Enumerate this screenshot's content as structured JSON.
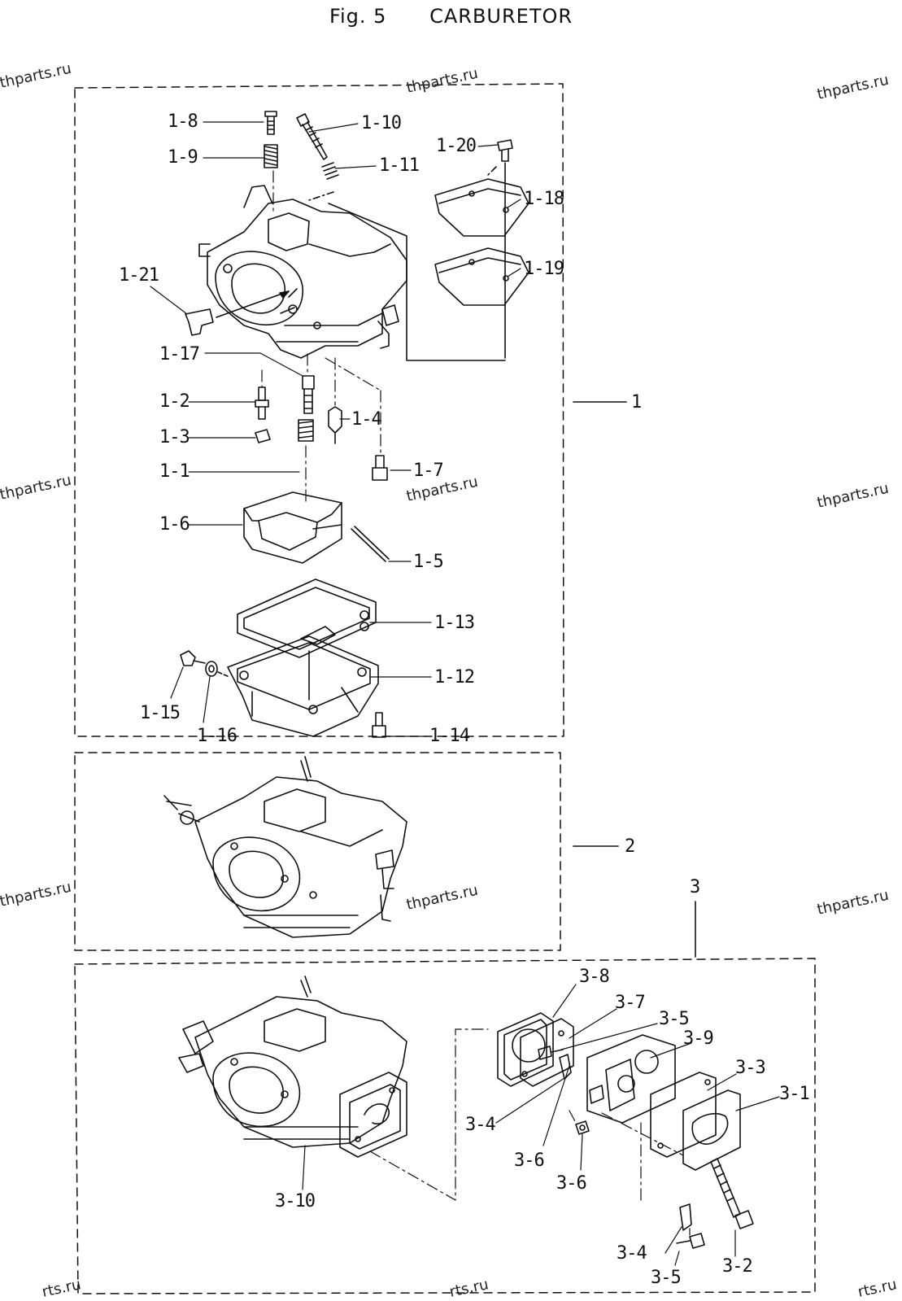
{
  "header": {
    "fig": "Fig. 5",
    "title": "CARBURETOR"
  },
  "watermark": "thparts.ru",
  "watermark_partial": "rts.ru",
  "groups": [
    "1",
    "2",
    "3"
  ],
  "labels": {
    "p1_8": "1-8",
    "p1_9": "1-9",
    "p1_10": "1-10",
    "p1_11": "1-11",
    "p1_20": "1-20",
    "p1_18": "1-18",
    "p1_19": "1-19",
    "p1_21": "1-21",
    "p1_17": "1-17",
    "p1_2": "1-2",
    "p1_3": "1-3",
    "p1_4": "1-4",
    "p1_1": "1-1",
    "p1_7": "1-7",
    "p1_6": "1-6",
    "p1_5": "1-5",
    "p1_13": "1-13",
    "p1_12": "1-12",
    "p1_15": "1-15",
    "p1_16": "1-16",
    "p1_14": "1-14",
    "p3_8": "3-8",
    "p3_7": "3-7",
    "p3_5a": "3-5",
    "p3_9": "3-9",
    "p3_3": "3-3",
    "p3_1": "3-1",
    "p3_4a": "3-4",
    "p3_6a": "3-6",
    "p3_6b": "3-6",
    "p3_10": "3-10",
    "p3_4b": "3-4",
    "p3_2": "3-2",
    "p3_5b": "3-5"
  }
}
